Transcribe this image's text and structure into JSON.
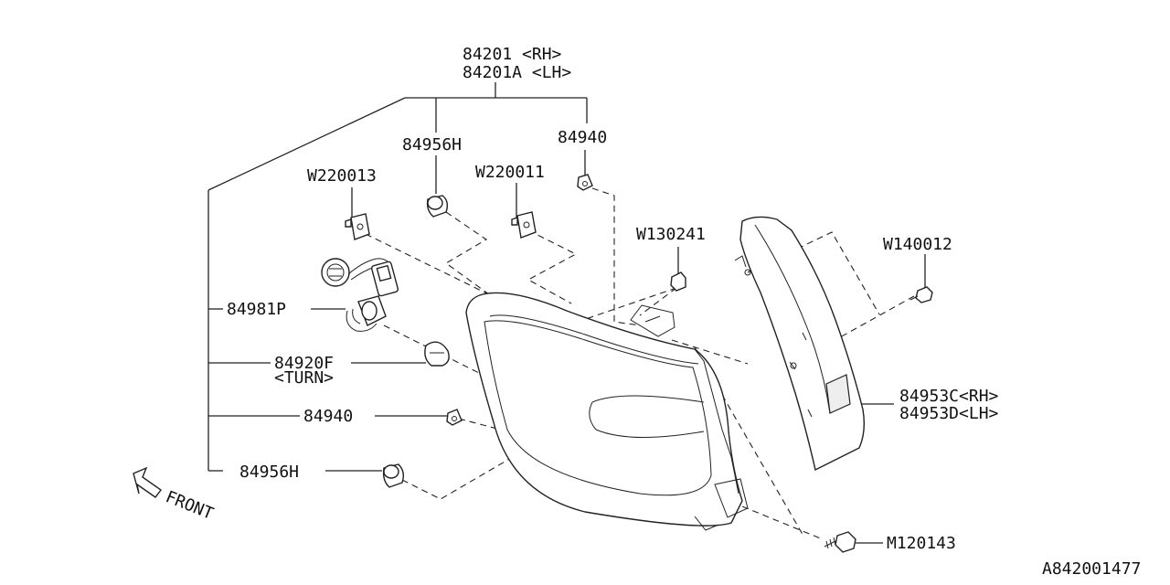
{
  "diagram": {
    "assembly_label_rh": "84201  <RH>",
    "assembly_label_lh": "84201A <LH>",
    "labels": {
      "grommet_top": "84956H",
      "nut_top": "84940",
      "clip_w220013": "W220013",
      "clip_w220011": "W220011",
      "nut_w130241": "W130241",
      "screw_w140012": "W140012",
      "socket": "84981P",
      "bulb": "84920F",
      "bulb_note": "<TURN>",
      "nut_mid": "84940",
      "grommet_low": "84956H",
      "cover_rh": "84953C<RH>",
      "cover_lh": "84953D<LH>",
      "bolt": "M120143",
      "front": "FRONT",
      "diagram_id": "A842001477"
    }
  }
}
